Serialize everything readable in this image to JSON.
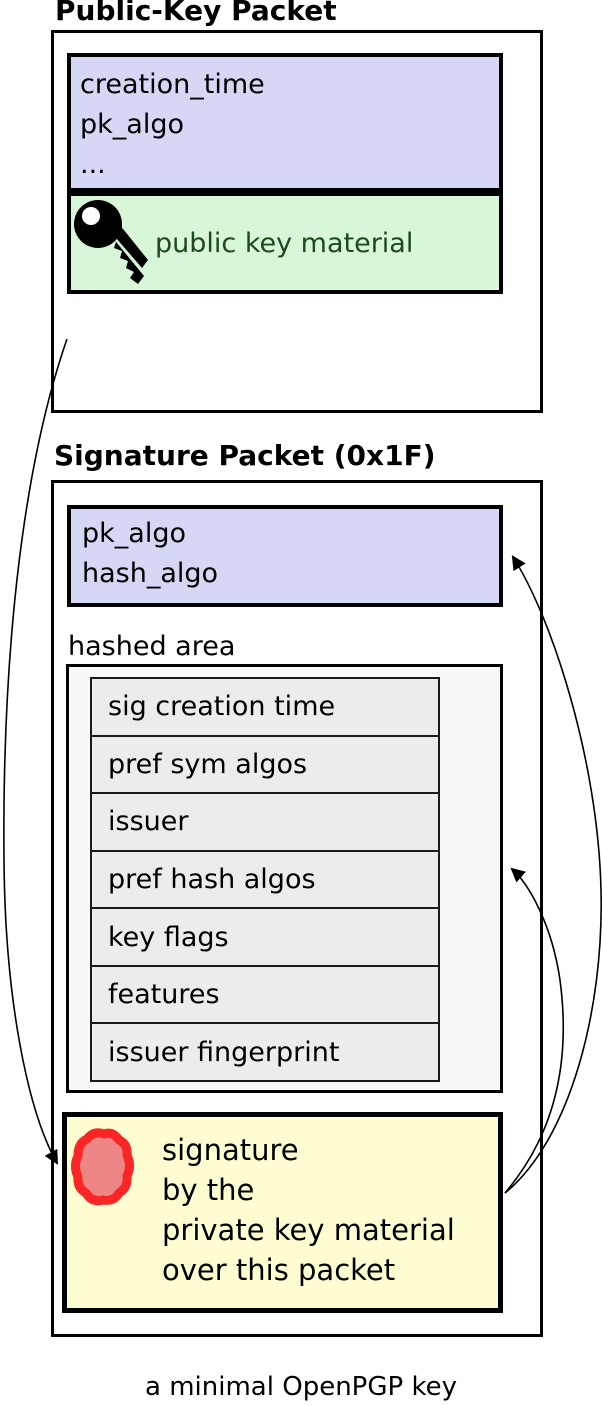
{
  "public_key_packet": {
    "title": "Public-Key Packet",
    "fields": [
      "creation_time",
      "pk_algo",
      "..."
    ],
    "key_material_label": "public key material"
  },
  "signature_packet": {
    "title": "Signature Packet (0x1F)",
    "fields": [
      "pk_algo",
      "hash_algo"
    ],
    "hashed_area_label": "hashed area",
    "subpackets": [
      "sig creation time",
      "pref sym algos",
      "issuer",
      "pref hash algos",
      "key flags",
      "features",
      "issuer fingerprint"
    ],
    "signature_lines": [
      "signature",
      "by the",
      "private key material",
      "over this packet"
    ]
  },
  "caption": "a minimal OpenPGP key",
  "icons": {
    "key": "key-icon",
    "seal": "seal-icon",
    "arrows": [
      "arrow-pubkey-to-signature",
      "arrow-signature-to-sig-header",
      "arrow-signature-to-hashed-area"
    ]
  },
  "colors": {
    "header_fields_bg": "#d6d6f5",
    "key_material_bg": "#d8f6d8",
    "key_material_text": "#1d4a1d",
    "hashed_area_bg": "#f8f8f8",
    "subpacket_row_bg": "#ececec",
    "signature_bg": "#fefdd2",
    "seal_fill": "#ee8686",
    "seal_stroke": "#fa2626",
    "border": "#000000"
  }
}
